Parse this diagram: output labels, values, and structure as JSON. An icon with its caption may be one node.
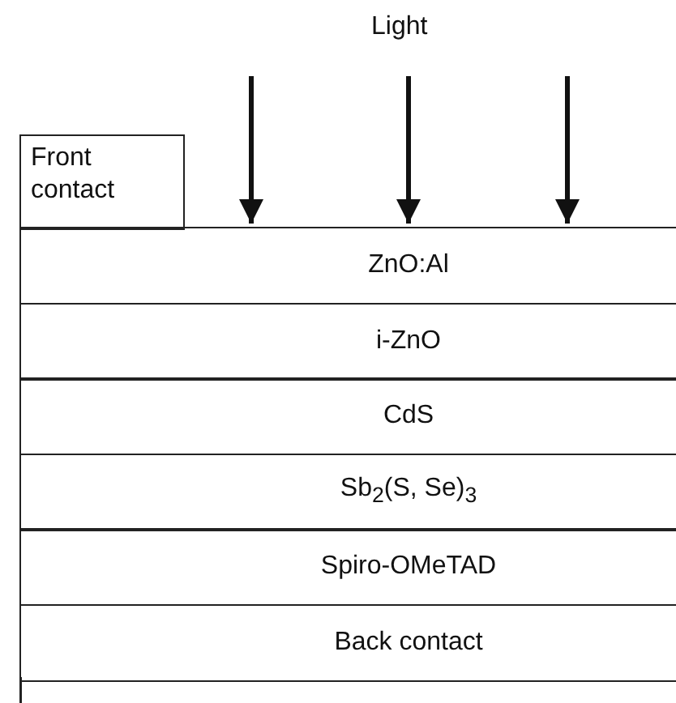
{
  "diagram": {
    "nodes": [
      {
        "text": [
          "Front contact"
        ]
      },
      {
        "text": [
          "ZnO:Al"
        ]
      },
      {
        "text": [
          "i-ZnO"
        ]
      },
      {
        "text": [
          "CdS"
        ]
      },
      {
        "text": [
          "Sb$_{2}$(S, Se)$_{3}$"
        ]
      },
      {
        "text": [
          "Spiro-OMeTAD"
        ]
      },
      {
        "text": [
          "Back contact"
        ]
      }
    ],
    "labels": [
      "Light"
    ]
  }
}
